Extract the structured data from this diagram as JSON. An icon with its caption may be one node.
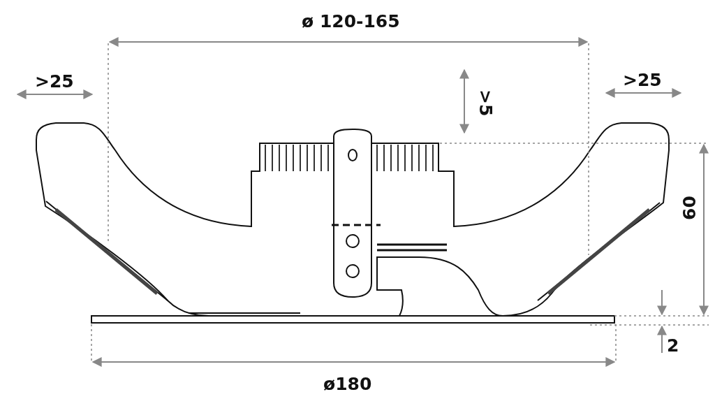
{
  "diagram": {
    "labels": [
      "ø 120-165",
      ">25",
      ">25",
      ">5",
      "60",
      "2",
      "ø180"
    ]
  }
}
